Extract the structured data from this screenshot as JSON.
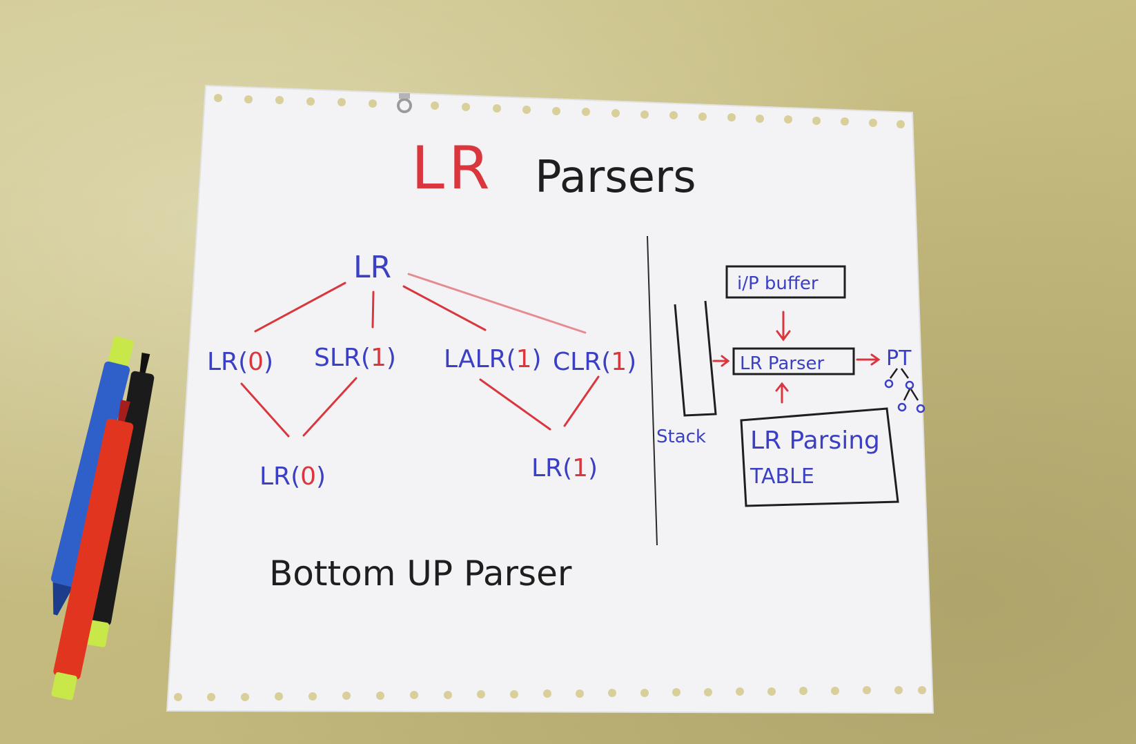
{
  "title": {
    "part1": "LR",
    "part2": "Parsers"
  },
  "tree": {
    "root": "LR",
    "level1": [
      "LR(",
      "0",
      ")",
      "SLR(",
      "1",
      ")",
      "LALR(",
      "1",
      ")",
      "CLR(",
      "1",
      ")"
    ],
    "level2": [
      "LR(",
      "0",
      ")",
      "LR(",
      "1",
      ")"
    ]
  },
  "footer": {
    "caption": "Bottom UP Parser"
  },
  "model": {
    "input_buffer": "i/P buffer",
    "parser": "LR Parser",
    "stack": "Stack",
    "table_line1": "LR Parsing",
    "table_line2": "TABLE",
    "output": "PT"
  },
  "colors": {
    "red_ink": "#d9363e",
    "blue_ink": "#3a3fc4",
    "black_ink": "#1e1e1e",
    "paper": "#f3f3f5",
    "table_surface": "#c9c08a"
  },
  "icons": [
    "blue-marker-icon",
    "red-marker-icon",
    "black-marker-icon",
    "parse-tree-icon",
    "arrow-icon"
  ]
}
